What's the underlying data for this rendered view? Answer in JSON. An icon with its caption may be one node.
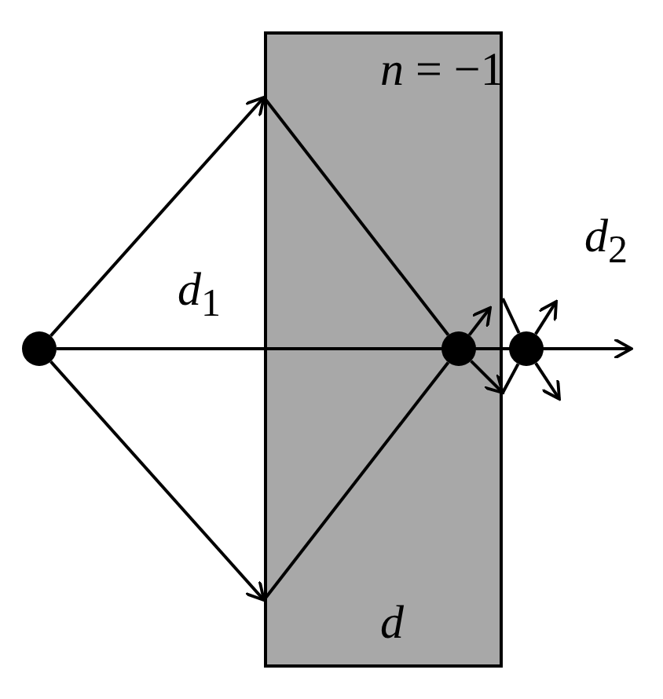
{
  "diagram": {
    "nodes": [
      {
        "text": [
          "*n* = −1",
          "d"
        ]
      },
      {
        "text": [],
        "shape": "circle"
      },
      {
        "text": [],
        "shape": "circle",
        "in": 0
      },
      {
        "text": [],
        "shape": "circle"
      }
    ],
    "edges": [
      {
        "from": 1,
        "to": 0,
        "arrow": "to"
      },
      {
        "from": 0,
        "to": 2,
        "arrow": "none"
      },
      {
        "from": 1,
        "to": 0,
        "arrow": "to"
      },
      {
        "from": 0,
        "to": 2,
        "arrow": "none"
      },
      {
        "from": 2,
        "to": 0,
        "arrow": "to"
      },
      {
        "from": 0,
        "to": 3,
        "arrow": "none"
      },
      {
        "from": 2,
        "to": null,
        "arrow": "to"
      },
      {
        "from": 0,
        "to": 3,
        "arrow": "none"
      },
      {
        "from": 3,
        "to": null,
        "arrow": "to"
      },
      {
        "from": 3,
        "to": null,
        "arrow": "to"
      },
      {
        "from": 1,
        "to": null,
        "arrow": "to"
      }
    ],
    "labels": [
      "*d*$_{1}$",
      "*d*$_{2}$"
    ]
  }
}
